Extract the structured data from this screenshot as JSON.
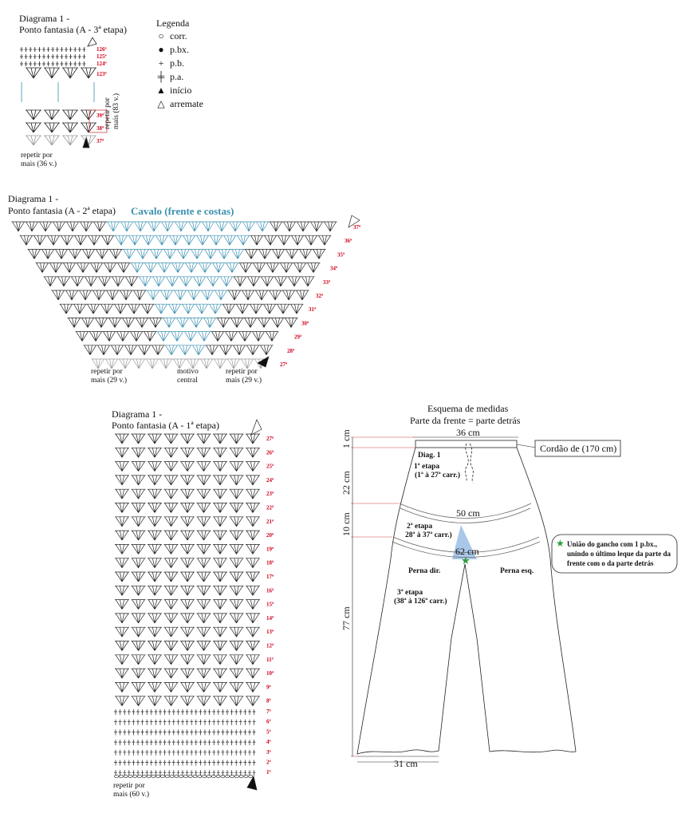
{
  "diagram3": {
    "title": "Diagrama 1 -",
    "subtitle": "Ponto fantasia (A - 3ª etapa)",
    "rows": [
      "126ª",
      "125ª",
      "124ª",
      "123ª",
      "39ª",
      "38ª",
      "37ª"
    ],
    "repeat_side": "repetir por mais (83 v.)",
    "repeat_bottom_1": "repetir por",
    "repeat_bottom_2": "mais (36 v.)"
  },
  "legend": {
    "title": "Legenda",
    "items": [
      {
        "icon": "circle-icon",
        "glyph": "○",
        "label": "corr."
      },
      {
        "icon": "dot-icon",
        "glyph": "●",
        "label": "p.bx."
      },
      {
        "icon": "plus-icon",
        "glyph": "+",
        "label": "p.b."
      },
      {
        "icon": "treble-icon",
        "glyph": "╪",
        "label": "p.a."
      },
      {
        "icon": "start-arrow-icon",
        "glyph": "▲",
        "label": "início"
      },
      {
        "icon": "end-arrow-icon",
        "glyph": "△",
        "label": "arremate"
      }
    ]
  },
  "diagram2": {
    "title": "Diagrama 1 -",
    "subtitle": "Ponto fantasia (A - 2ª etapa)",
    "highlight": "Cavalo (frente e costas)",
    "rows": [
      "37ª",
      "36ª",
      "35ª",
      "34ª",
      "33ª",
      "32ª",
      "31ª",
      "30ª",
      "29ª",
      "28ª",
      "27ª"
    ],
    "repeat_left_1": "repetir por",
    "repeat_left_2": "mais (29 v.)",
    "motif_1": "motivo",
    "motif_2": "central",
    "repeat_right_1": "repetir por",
    "repeat_right_2": "mais (29 v.)"
  },
  "diagram1": {
    "title": "Diagrama 1 -",
    "subtitle": "Ponto fantasia (A - 1ª etapa)",
    "rows": [
      "27ª",
      "26ª",
      "25ª",
      "24ª",
      "23ª",
      "22ª",
      "21ª",
      "20ª",
      "19ª",
      "18ª",
      "17ª",
      "16ª",
      "15ª",
      "14ª",
      "13ª",
      "12ª",
      "11ª",
      "10ª",
      "9ª",
      "8ª",
      "7ª",
      "6ª",
      "5ª",
      "4ª",
      "3ª",
      "2ª",
      "1ª"
    ],
    "repeat_1": "repetir por",
    "repeat_2": "mais (60 v.)"
  },
  "schema": {
    "title": "Esquema de medidas",
    "subtitle": "Parte da frente = parte detrás",
    "waist": "36 cm",
    "cord": "Cordão de (170 cm)",
    "hip": "50  cm",
    "crotch": "62  cm",
    "hem": "31  cm",
    "h1": "1 cm",
    "h2": "22 cm",
    "h3": "10 cm",
    "h4": "77 cm",
    "stage1_a": "Diag. 1",
    "stage1_b": "1ª etapa",
    "stage1_c": "(1ª à 27ª carr.)",
    "stage2_a": "2ª etapa",
    "stage2_b": "28ª à 37ª carr.)",
    "stage3_a": "3ª etapa",
    "stage3_b": "(38ª à 126ª carr.)",
    "leg_right": "Perna dir.",
    "leg_left": "Perna esq.",
    "note": "União do gancho com 1 p.bx., unindo o último leque da parte da frente com o da parte detrás",
    "accent": "#2a9d3c",
    "blue": "#a9c7e8"
  }
}
